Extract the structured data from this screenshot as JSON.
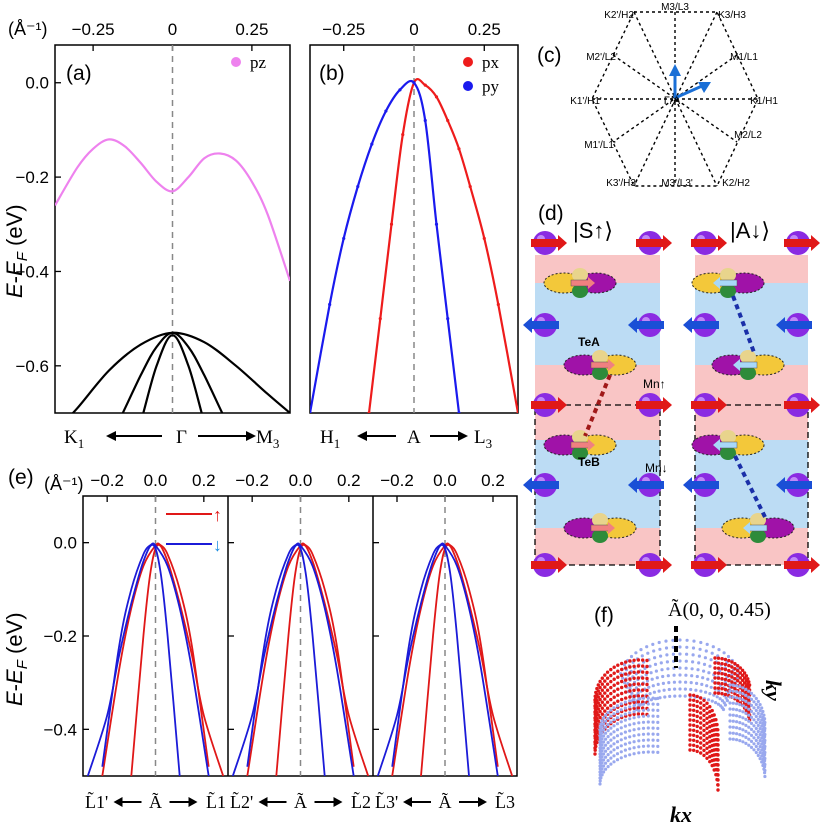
{
  "chart_data": [
    {
      "panel": "(a)",
      "type": "line",
      "top_axis_label": "(Å⁻¹)",
      "top_ticks": [
        "-0.25",
        "0",
        "0.25"
      ],
      "top_tick_values": [
        -0.25,
        0,
        0.25
      ],
      "xlim": [
        -0.37,
        0.37
      ],
      "ylabel": "E-E_F (eV)",
      "ylim": [
        -0.7,
        0.08
      ],
      "yticks": [
        "0.0",
        "-0.2",
        "-0.4",
        "-0.6"
      ],
      "ytick_values": [
        0.0,
        -0.2,
        -0.4,
        -0.6
      ],
      "bottom_labels": [
        "K1",
        "Γ",
        "M3"
      ],
      "legend": [
        "pz"
      ],
      "series": [
        {
          "name": "pz",
          "color": "#ee82ee",
          "x": [
            -0.37,
            -0.3,
            -0.25,
            -0.2,
            -0.15,
            -0.1,
            -0.05,
            0,
            0.05,
            0.1,
            0.15,
            0.2,
            0.25,
            0.3,
            0.37
          ],
          "y": [
            -0.26,
            -0.18,
            -0.14,
            -0.12,
            -0.135,
            -0.17,
            -0.21,
            -0.23,
            -0.2,
            -0.16,
            -0.15,
            -0.165,
            -0.21,
            -0.28,
            -0.42
          ]
        },
        {
          "color": "#000000",
          "x": [
            -0.37,
            -0.3,
            -0.2,
            -0.1,
            0,
            0.1,
            0.2,
            0.3,
            0.37
          ],
          "y": [
            -0.74,
            -0.69,
            -0.61,
            -0.555,
            -0.53,
            -0.55,
            -0.6,
            -0.66,
            -0.7
          ]
        },
        {
          "color": "#000000",
          "x": [
            -0.28,
            -0.2,
            -0.1,
            -0.05,
            0,
            0.05,
            0.1,
            0.2,
            0.28
          ],
          "y": [
            -0.85,
            -0.76,
            -0.62,
            -0.56,
            -0.53,
            -0.56,
            -0.62,
            -0.76,
            -0.85
          ]
        },
        {
          "color": "#000000",
          "x": [
            -0.16,
            -0.1,
            -0.05,
            0,
            0.05,
            0.1,
            0.16
          ],
          "y": [
            -0.86,
            -0.72,
            -0.6,
            -0.535,
            -0.6,
            -0.72,
            -0.86
          ]
        }
      ]
    },
    {
      "panel": "(b)",
      "type": "line",
      "top_ticks": [
        "-0.25",
        "0",
        "0.25"
      ],
      "top_tick_values": [
        -0.25,
        0,
        0.25
      ],
      "xlim": [
        -0.37,
        0.37
      ],
      "ylim": [
        -0.7,
        0.08
      ],
      "bottom_labels": [
        "H1",
        "A",
        "L3"
      ],
      "legend": [
        "px",
        "py"
      ],
      "series": [
        {
          "name": "px",
          "color": "#ee1c1c",
          "x": [
            -0.16,
            -0.12,
            -0.08,
            -0.04,
            0,
            0.04,
            0.08,
            0.12,
            0.16,
            0.2,
            0.25,
            0.3,
            0.37
          ],
          "y": [
            -0.7,
            -0.5,
            -0.3,
            -0.11,
            0.0,
            -0.005,
            -0.03,
            -0.08,
            -0.14,
            -0.22,
            -0.33,
            -0.47,
            -0.7
          ]
        },
        {
          "name": "py",
          "color": "#1a1aee",
          "x": [
            -0.37,
            -0.3,
            -0.25,
            -0.2,
            -0.15,
            -0.1,
            -0.05,
            0,
            0.04,
            0.08,
            0.12,
            0.16
          ],
          "y": [
            -0.7,
            -0.47,
            -0.33,
            -0.22,
            -0.13,
            -0.06,
            -0.015,
            0.0,
            -0.08,
            -0.3,
            -0.5,
            -0.7
          ]
        }
      ]
    },
    {
      "panel": "(e)",
      "type": "line",
      "top_axis_label": "(Å⁻¹)",
      "top_ticks": [
        "-0.2",
        "0.0",
        "0.2"
      ],
      "top_tick_values": [
        -0.2,
        0.0,
        0.2
      ],
      "xlim": [
        -0.3,
        0.3
      ],
      "ylabel": "E-E_F (eV)",
      "ylim": [
        -0.5,
        0.1
      ],
      "yticks": [
        "0.0",
        "-0.2",
        "-0.4"
      ],
      "ytick_values": [
        0.0,
        -0.2,
        -0.4
      ],
      "legend": [
        "↑",
        "↓"
      ],
      "subpanels": [
        {
          "bottom_labels": [
            "L̃1'",
            "Ã",
            "L̃1"
          ]
        },
        {
          "bottom_labels": [
            "L̃2'",
            "Ã",
            "L̃2"
          ]
        },
        {
          "bottom_labels": [
            "L̃3'",
            "Ã",
            "L̃3"
          ]
        }
      ],
      "series": [
        {
          "name": "spin up",
          "color": "#e01818",
          "x": [
            -0.22,
            -0.15,
            -0.1,
            -0.05,
            0,
            0.02,
            0.05,
            0.1,
            0.15,
            0.22
          ],
          "y": [
            -0.5,
            -0.27,
            -0.14,
            -0.05,
            -0.006,
            -0.005,
            -0.025,
            -0.1,
            -0.22,
            -0.48
          ]
        },
        {
          "name": "spin up",
          "color": "#e01818",
          "x": [
            -0.1,
            -0.05,
            -0.02,
            0.01,
            0.05,
            0.1,
            0.15,
            0.2,
            0.28
          ],
          "y": [
            -0.5,
            -0.2,
            -0.06,
            -0.005,
            -0.04,
            -0.13,
            -0.24,
            -0.37,
            -0.5
          ]
        },
        {
          "name": "spin down",
          "color": "#1b1bd8",
          "x": [
            -0.28,
            -0.2,
            -0.15,
            -0.1,
            -0.05,
            -0.01,
            0.02,
            0.05,
            0.1
          ],
          "y": [
            -0.5,
            -0.37,
            -0.24,
            -0.13,
            -0.04,
            -0.005,
            -0.06,
            -0.2,
            -0.5
          ]
        },
        {
          "name": "spin down",
          "color": "#1b1bd8",
          "x": [
            -0.22,
            -0.15,
            -0.1,
            -0.05,
            -0.02,
            0,
            0.05,
            0.1,
            0.15,
            0.22
          ],
          "y": [
            -0.48,
            -0.22,
            -0.1,
            -0.025,
            -0.005,
            -0.006,
            -0.05,
            -0.14,
            -0.27,
            -0.5
          ]
        }
      ]
    }
  ],
  "panel_a": {
    "label": "(a)",
    "legend": "pz",
    "top_unit": "(Å⁻¹)"
  },
  "panel_b": {
    "label": "(b)",
    "legend_px": "px",
    "legend_py": "py"
  },
  "panel_c": {
    "label": "(c)",
    "center": "Γ/A",
    "points": [
      "K2'/H2'",
      "M3/L3",
      "K3/H3",
      "M2'/L2'",
      "M1/L1",
      "K1'/H1'",
      "K1/H1",
      "M1'/L1'",
      "M2/L2",
      "K3'/H3'",
      "M3'/L3'",
      "K2/H2"
    ]
  },
  "panel_d": {
    "label": "(d)",
    "state_left": "|S↑⟩",
    "state_right": "|A↓⟩",
    "tea": "TeA",
    "teb": "TeB",
    "mn_up": "Mn↑",
    "mn_down": "Mn↓",
    "colors": {
      "pink": "#f9c5c5",
      "blue": "#bcdcf4",
      "sphere": "#8a2be2",
      "yellow": "#f3c83a",
      "purple": "#a012a8"
    }
  },
  "panel_e": {
    "label": "(e)",
    "top_unit": "(Å⁻¹)",
    "up_arrow": "↑",
    "down_arrow": "↓"
  },
  "panel_f": {
    "label": "(f)",
    "point": "Ã(0, 0, 0.45)",
    "kx": "kx",
    "ky": "ky",
    "colors": {
      "red": "#e01818",
      "blue": "#99a8ee"
    }
  }
}
